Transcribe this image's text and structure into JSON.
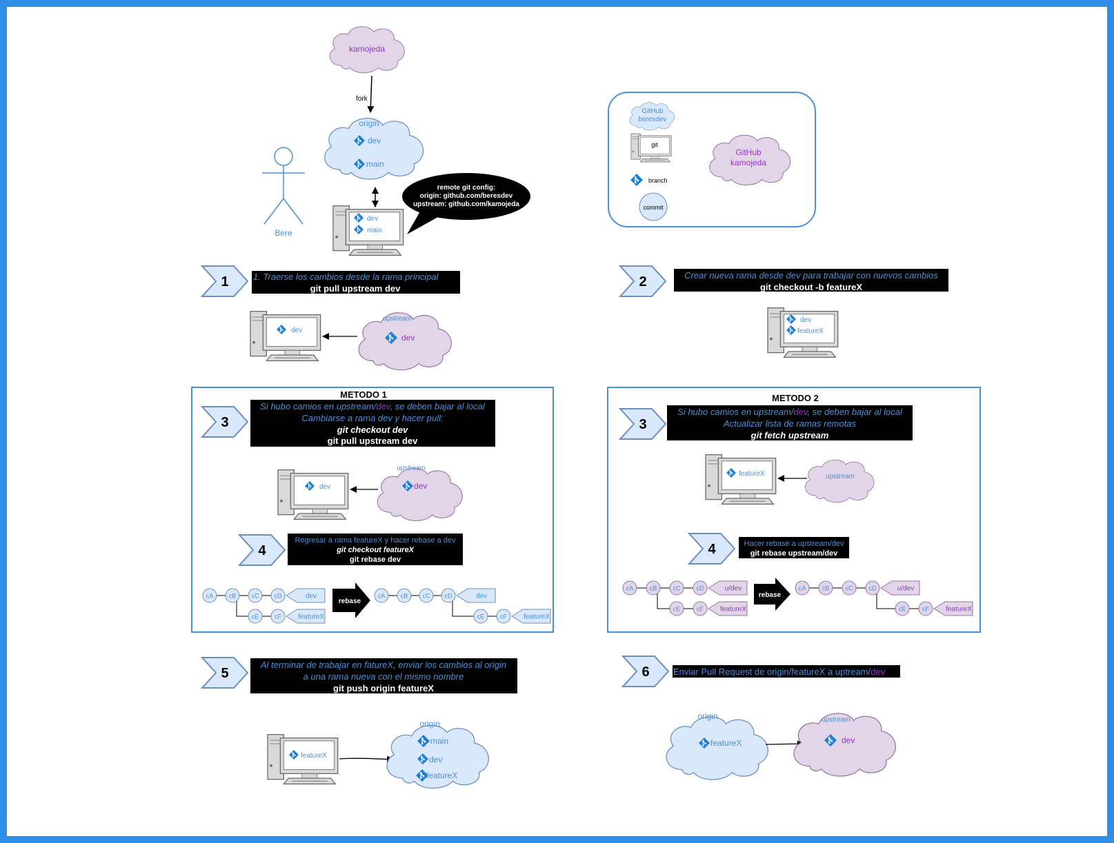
{
  "colors": {
    "frame": "#2f8fe8",
    "blue_fill": "#dae8fc",
    "blue_stroke": "#6c8ebf",
    "purple_fill": "#e1d5e7",
    "purple_stroke": "#9673a6",
    "blue_text": "#4a90d9",
    "purple_text": "#9933cc",
    "black": "#000000"
  },
  "top": {
    "kamojeda_cloud": "kamojeda",
    "fork_label": "fork",
    "origin_cloud": {
      "title": "origin",
      "branch1": "dev",
      "branch2": "main"
    },
    "local_pc": {
      "branch1": "dev",
      "branch2": "main"
    },
    "actor": "Bere",
    "speech": {
      "line1": "remote git config:",
      "line2": "origin: github.com/beresdev",
      "line3": "upstream: github.com/kamojeda"
    }
  },
  "legend": {
    "github_beresdev_1": "GitHub",
    "github_beresdev_2": "beresdev",
    "git": "git",
    "branch": "branch",
    "commit": "commit",
    "github_kamojeda_1": "GitHub",
    "github_kamojeda_2": "kamojeda"
  },
  "step1": {
    "num": "1",
    "desc": "1. Traerse los cambios desde la rama principal",
    "cmd": "git pull upstream dev",
    "pc_branch": "dev",
    "cloud_title": "upstream",
    "cloud_branch": "dev"
  },
  "step2": {
    "num": "2",
    "desc": "Crear nueva rama desde dev para trabajar con nuevos cambios",
    "cmd": "git checkout -b featureX",
    "pc_branch1": "dev",
    "pc_branch2": "featureX"
  },
  "metodo1": {
    "title": "METODO 1",
    "step3": {
      "num": "3",
      "line1_a": "Si hubo camios en upstream/",
      "line1_b": "dev",
      "line1_c": ", se deben bajar al local",
      "line2": "Cambiarse a rama dev y hacer pull:",
      "cmd1": "git checkout dev",
      "cmd2": "git pull upstream dev",
      "pc_branch": "dev",
      "cloud_title": "upstream",
      "cloud_branch": "dev"
    },
    "step4": {
      "num": "4",
      "desc": "Regresar a rama featureX y hacer rebase a dev",
      "cmd1": "git checkout featureX",
      "cmd2": "git rebase dev"
    },
    "rebase_label": "rebase",
    "before": {
      "commits": [
        "cA",
        "cB",
        "cC",
        "cD"
      ],
      "branch_commits": [
        "cE",
        "cF"
      ],
      "tag_main": "dev",
      "tag_branch": "featureX"
    },
    "after": {
      "commits": [
        "cA",
        "cB",
        "cC",
        "cD"
      ],
      "branch_commits": [
        "cE",
        "cF"
      ],
      "tag_main": "dev",
      "tag_branch": "featureX"
    }
  },
  "metodo2": {
    "title": "METODO 2",
    "step3": {
      "num": "3",
      "line1_a": "Si hubo camios en upstream/",
      "line1_b": "dev",
      "line1_c": ", se deben bajar al local",
      "line2": "Actualizar lista de ramas remotas",
      "cmd1": "git fetch upstream",
      "pc_branch": "featureX",
      "cloud_title": "upstream"
    },
    "step4": {
      "num": "4",
      "desc": "Hacer rebase a upstream/dev",
      "cmd1": "git rebase upstream/dev"
    },
    "rebase_label": "rebase",
    "before": {
      "commits": [
        "cA",
        "cB",
        "cC",
        "cD"
      ],
      "branch_commits": [
        "cE",
        "cF"
      ],
      "tag_main": "u/dev",
      "tag_branch": "featureX"
    },
    "after": {
      "commits": [
        "cA",
        "cB",
        "cC",
        "cD"
      ],
      "branch_commits": [
        "cE",
        "cF"
      ],
      "tag_main": "u/dev",
      "tag_branch": "featureX"
    }
  },
  "step5": {
    "num": "5",
    "line1": "Al terminar de trabajar en fatureX, enviar los cambios al origin",
    "line2": "a una rama nueva con el mismo nombre",
    "cmd": "git push origin featureX",
    "pc_branch": "featureX",
    "cloud_title": "origin",
    "cloud_b1": "main",
    "cloud_b2": "dev",
    "cloud_b3": "featureX"
  },
  "step6": {
    "num": "6",
    "desc_a": "Enviar Pull Request de origin/featureX a uptream/",
    "desc_b": "dev",
    "origin_title": "origin",
    "origin_branch": "featureX",
    "upstream_title": "upstream",
    "upstream_branch": "dev"
  }
}
